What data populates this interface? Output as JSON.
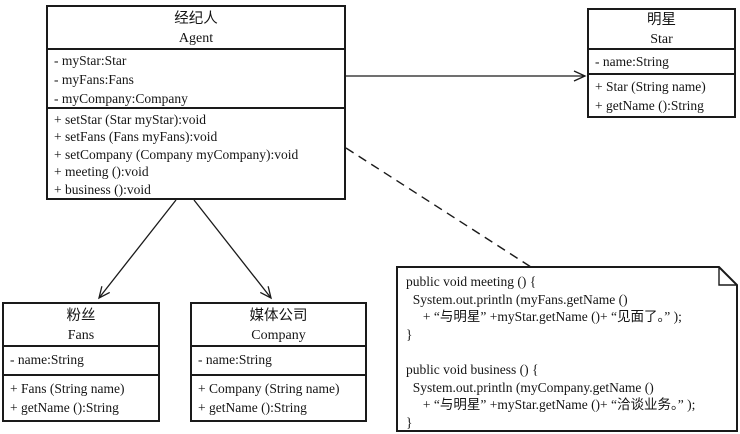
{
  "colors": {
    "line": "#1a1a1a",
    "background": "#ffffff"
  },
  "classes": {
    "agent": {
      "title_cn": "经纪人",
      "title_en": "Agent",
      "attributes": [
        "- myStar:Star",
        "- myFans:Fans",
        "- myCompany:Company"
      ],
      "methods": [
        "+ setStar (Star myStar):void",
        "+ setFans (Fans myFans):void",
        "+ setCompany (Company myCompany):void",
        "+ meeting ():void",
        "+ business ():void"
      ]
    },
    "star": {
      "title_cn": "明星",
      "title_en": "Star",
      "attributes": [
        "- name:String"
      ],
      "methods": [
        "+ Star (String name)",
        "+ getName ():String"
      ]
    },
    "fans": {
      "title_cn": "粉丝",
      "title_en": "Fans",
      "attributes": [
        "- name:String"
      ],
      "methods": [
        "+ Fans (String name)",
        "+ getName ():String"
      ]
    },
    "company": {
      "title_cn": "媒体公司",
      "title_en": "Company",
      "attributes": [
        "- name:String"
      ],
      "methods": [
        "+ Company (String name)",
        "+ getName ():String"
      ]
    }
  },
  "note": {
    "lines": [
      "public void meeting () {",
      "  System.out.println (myFans.getName ()",
      "     + “与明星” +myStar.getName ()+ “见面了。” );",
      "}",
      "",
      "public void business () {",
      "  System.out.println (myCompany.getName ()",
      "     + “与明星” +myStar.getName ()+ “洽谈业务。” );",
      "}"
    ]
  },
  "relationships": [
    {
      "from": "Agent",
      "to": "Star",
      "type": "directed-association"
    },
    {
      "from": "Agent",
      "to": "Fans",
      "type": "directed-association"
    },
    {
      "from": "Agent",
      "to": "Company",
      "type": "directed-association"
    },
    {
      "from": "Agent",
      "to": "note",
      "type": "note-anchor"
    }
  ]
}
